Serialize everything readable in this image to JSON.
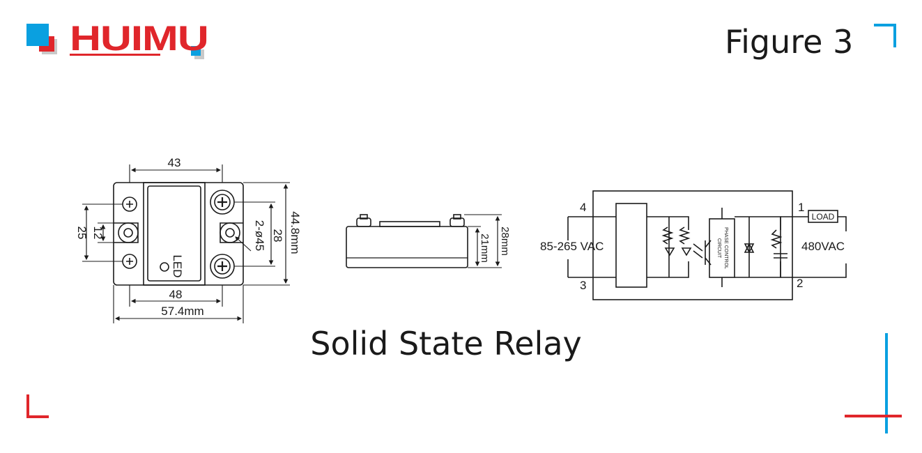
{
  "header": {
    "logo_text": "HUIMU",
    "figure_label": "Figure 3"
  },
  "colors": {
    "brand_red": "#e0262b",
    "accent_blue": "#0aa0e0",
    "line": "#1a1a1a"
  },
  "top_view": {
    "dim_top": "43",
    "dim_bottom_inner": "48",
    "dim_bottom_outer": "57.4mm",
    "dim_left_outer": "25",
    "dim_left_inner": "12",
    "dim_right_holes": "2-ø45",
    "dim_right_inner": "28",
    "dim_right_outer": "44.8mm",
    "led_label": "LED"
  },
  "side_view": {
    "dim_height_inner": "21mm",
    "dim_height_outer": "28mm"
  },
  "circuit": {
    "pin_4": "4",
    "pin_3": "3",
    "pin_1": "1",
    "pin_2": "2",
    "input_voltage": "85-265 VAC",
    "output_voltage": "480VAC",
    "load_label": "LOAD",
    "control_label_1": "PHASE CONTROL",
    "control_label_2": "CIRCUIT"
  },
  "caption": "Solid State Relay"
}
